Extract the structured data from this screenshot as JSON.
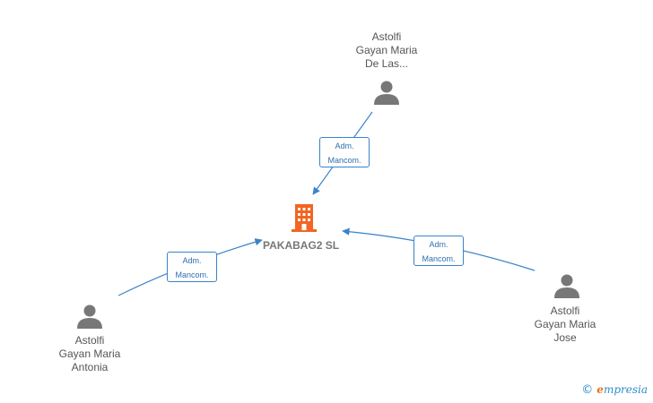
{
  "company": {
    "name": "PAKABAG2  SL",
    "color": "#f26522"
  },
  "people": [
    {
      "id": "p-top",
      "lines": [
        "Astolfi",
        "Gayan Maria",
        "De Las..."
      ]
    },
    {
      "id": "p-left",
      "lines": [
        "Astolfi",
        "Gayan Maria",
        "Antonia"
      ]
    },
    {
      "id": "p-right",
      "lines": [
        "Astolfi",
        "Gayan Maria",
        "Jose"
      ]
    }
  ],
  "edges": [
    {
      "from": "p-top",
      "label": [
        "Adm.",
        "Mancom."
      ]
    },
    {
      "from": "p-left",
      "label": [
        "Adm.",
        "Mancom."
      ]
    },
    {
      "from": "p-right",
      "label": [
        "Adm.",
        "Mancom."
      ]
    }
  ],
  "colors": {
    "edge": "#3a83c8",
    "person_icon": "#777777"
  },
  "footer": {
    "copyright_symbol": "©",
    "brand_first": "e",
    "brand_rest": "mpresia"
  }
}
